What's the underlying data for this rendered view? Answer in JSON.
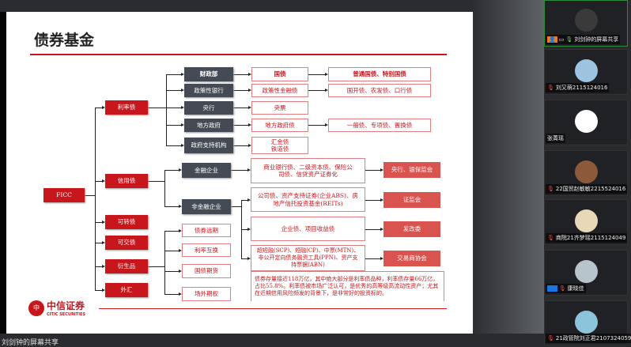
{
  "slide": {
    "title": "债券基金",
    "root": "FICC",
    "categories": [
      "利率债",
      "信用债",
      "可转债",
      "可交债",
      "衍生品",
      "外汇"
    ],
    "rate_issuers": [
      {
        "issuer": "财政部",
        "bond": "国债",
        "types": "普通国债、特别国债"
      },
      {
        "issuer": "政策性银行",
        "bond": "政策性金融债",
        "types": "国开债、农发债、口行债"
      },
      {
        "issuer": "央行",
        "bond": "央票"
      },
      {
        "issuer": "地方政府",
        "bond": "地方政府债",
        "types": "一般债、专项债、置换债"
      },
      {
        "issuer": "政府支持机构",
        "bond_line1": "汇金债",
        "bond_line2": "铁道债"
      }
    ],
    "credit": {
      "financial": "金融企业",
      "non_financial": "非金融企业",
      "rows": [
        {
          "bonds": "商业银行债、二级资本债、保险公司债、信贷资产证券化",
          "regulator": "央行、银保监会"
        },
        {
          "bonds": "公司债、资产支持证券(企业ABS)、房地产信托投资基金(REITs)",
          "regulator": "证监会"
        },
        {
          "bonds": "企业债、项目收益债",
          "regulator": "发改委"
        },
        {
          "bonds": "超短融(SCP)、短融(CP)、中票(MTN)、非公开定向债务融资工具(PPN)、资产支持票据(ABN)",
          "regulator": "交易商协会"
        }
      ]
    },
    "derivatives": [
      "债券远期",
      "利率互换",
      "国债期货",
      "场外期权"
    ],
    "note": "债券存量接近118万亿，其中绝大部分是利率债品种，利率债存量66万亿，占比55.8%。利率债被市场广泛认可，是优秀的高等级高流动性资产；尤其在近期信用风险频发的背景下，是非常好的投资标的。",
    "logo_cn": "中信证券",
    "logo_en": "CITIC SECURITIES"
  },
  "participants": [
    {
      "name": "刘剑钟的屏幕共享",
      "avatar_color": "#3a3a3a"
    },
    {
      "name": "刘又萌2115124016",
      "avatar_color": "#9cc3e0"
    },
    {
      "name": "张菁瑶",
      "avatar_color": "#ffffff"
    },
    {
      "name": "22国贸赵敏敏2215524016",
      "avatar_color": "#8a5a3a"
    },
    {
      "name": "商院21齐梦瑶2115124049",
      "avatar_color": "#e8d8b8"
    },
    {
      "name": "康晓佳",
      "avatar_color": "#b8c4cc"
    },
    {
      "name": "21政管院刘正君2107324059",
      "avatar_color": "#8cc4dc"
    }
  ],
  "bottom_label": "刘剑钟的屏幕共享"
}
